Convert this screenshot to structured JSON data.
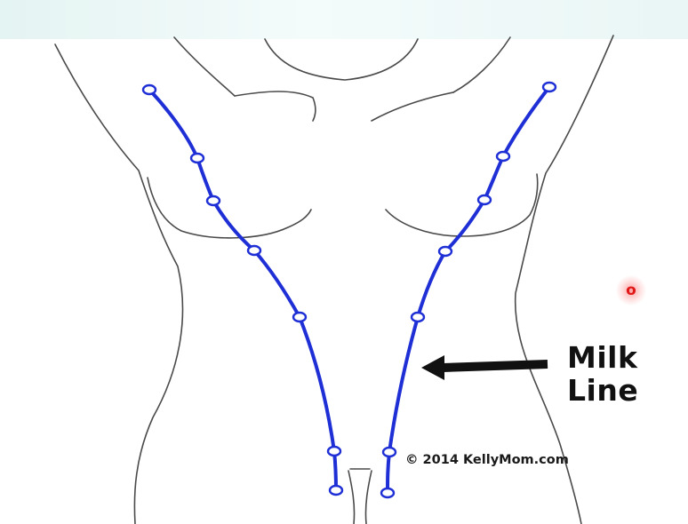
{
  "diagram": {
    "label_line1": "Milk",
    "label_line2": "Line",
    "copyright": "© 2014 KellyMom.com",
    "marker_text": "o",
    "colors": {
      "milk_line": "#1f2fd6",
      "outline": "#444444",
      "arrow": "#111111",
      "marker": "#e01818"
    }
  }
}
